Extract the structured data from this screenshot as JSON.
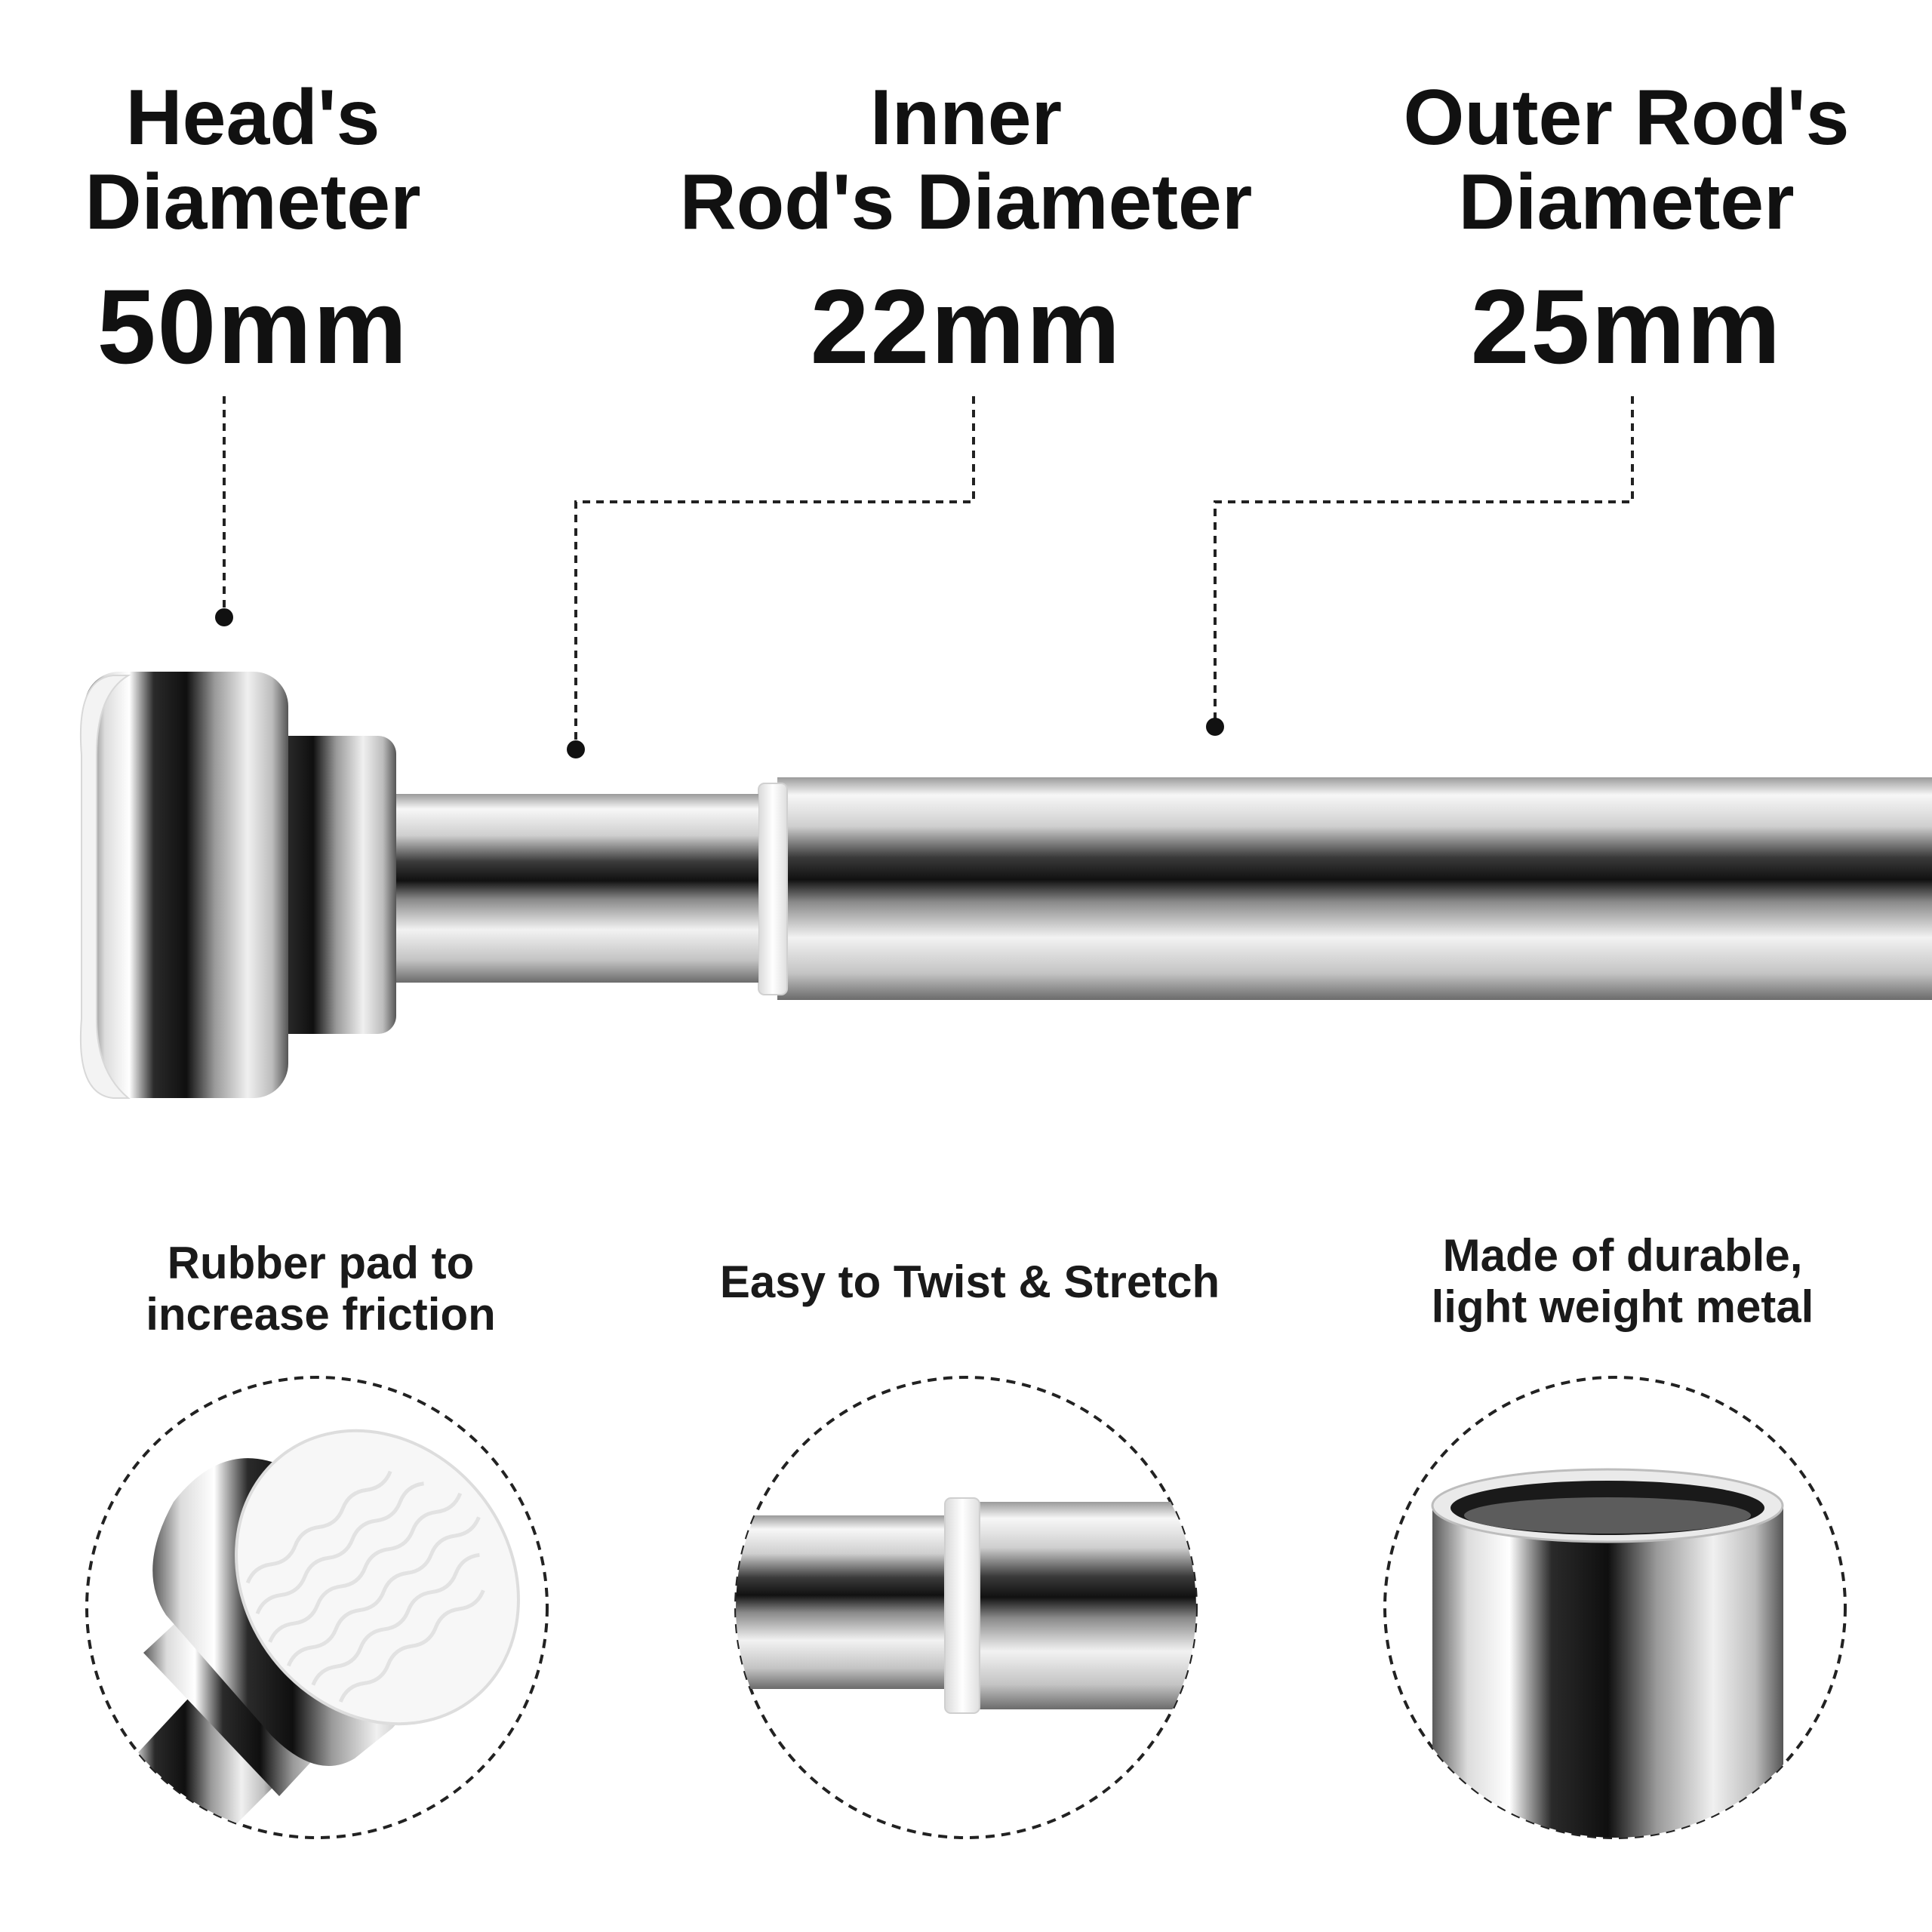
{
  "specs": {
    "head": {
      "title_line1": "Head's",
      "title_line2": "Diameter",
      "value": "50mm"
    },
    "inner": {
      "title_line1": "Inner",
      "title_line2": "Rod's Diameter",
      "value": "22mm"
    },
    "outer": {
      "title_line1": "Outer Rod's",
      "title_line2": "Diameter",
      "value": "25mm"
    }
  },
  "features": {
    "rubber": {
      "line1": "Rubber pad to",
      "line2": "increase friction"
    },
    "twist": {
      "line1": "Easy to Twist & Stretch"
    },
    "metal": {
      "line1": "Made of durable,",
      "line2": "light weight metal"
    }
  },
  "colors": {
    "text": "#111111",
    "chrome_dark": "#1e1e1e",
    "chrome_light": "#f4f4f4",
    "rubber_white": "#ffffff",
    "guide_line": "#222222"
  },
  "icons": [
    "rubber-pad-closeup",
    "rod-joint-closeup",
    "tube-end-closeup"
  ]
}
